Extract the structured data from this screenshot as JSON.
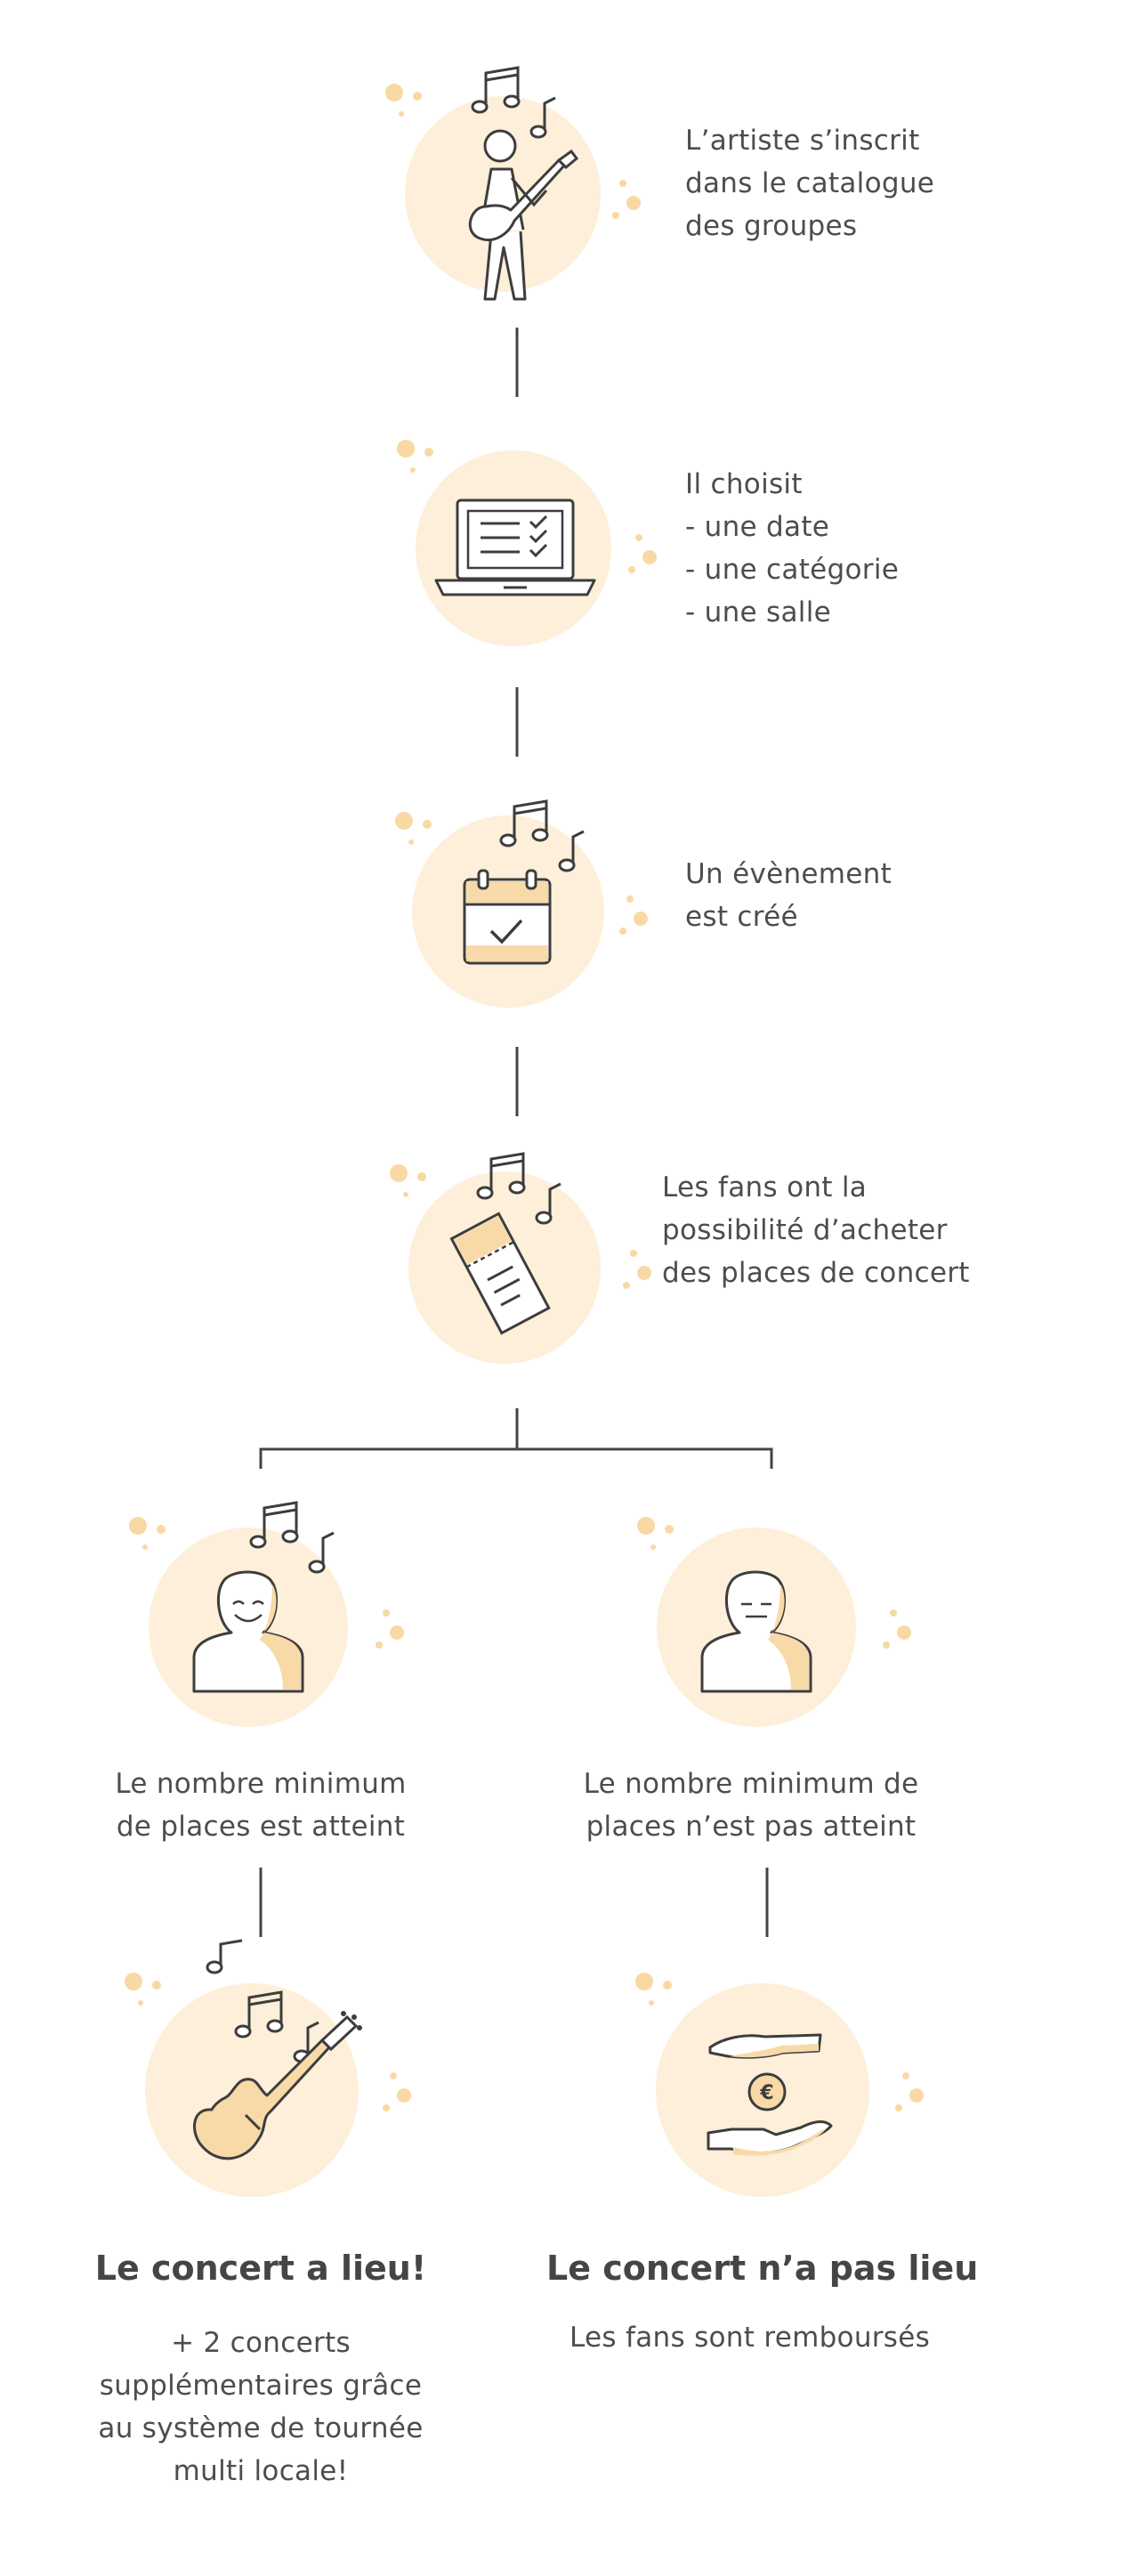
{
  "steps": [
    {
      "icon": "guitarist-icon",
      "lines": [
        "L’artiste s’inscrit",
        "dans le catalogue",
        "des groupes"
      ]
    },
    {
      "icon": "laptop-checklist-icon",
      "lines": [
        "Il choisit",
        "- une date",
        "- une catégorie",
        "- une salle"
      ]
    },
    {
      "icon": "calendar-check-icon",
      "lines": [
        "Un évènement",
        "est créé"
      ]
    },
    {
      "icon": "ticket-icon",
      "lines": [
        "Les fans ont la",
        "possibilité d’acheter",
        "des places de concert"
      ]
    }
  ],
  "branches": {
    "left": {
      "icon": "happy-person-icon",
      "lines": [
        "Le nombre minimum",
        "de places est atteint"
      ],
      "result_icon": "electric-guitar-icon",
      "result_title": "Le concert a lieu!",
      "result_lines": [
        "+ 2 concerts",
        "supplémentaires grâce",
        "au système de tournée",
        "multi locale!"
      ]
    },
    "right": {
      "icon": "neutral-person-icon",
      "lines": [
        "Le nombre minimum de",
        "places n’est pas atteint"
      ],
      "result_icon": "hands-euro-icon",
      "result_title": "Le concert n’a pas lieu",
      "result_lines": [
        "Les fans sont remboursés"
      ]
    }
  },
  "colors": {
    "circle": "#fdefd9",
    "accent": "#f8d9a8",
    "dots": "#f9d9a3",
    "stroke": "#3d3d3d",
    "text": "#4d4d4d"
  }
}
